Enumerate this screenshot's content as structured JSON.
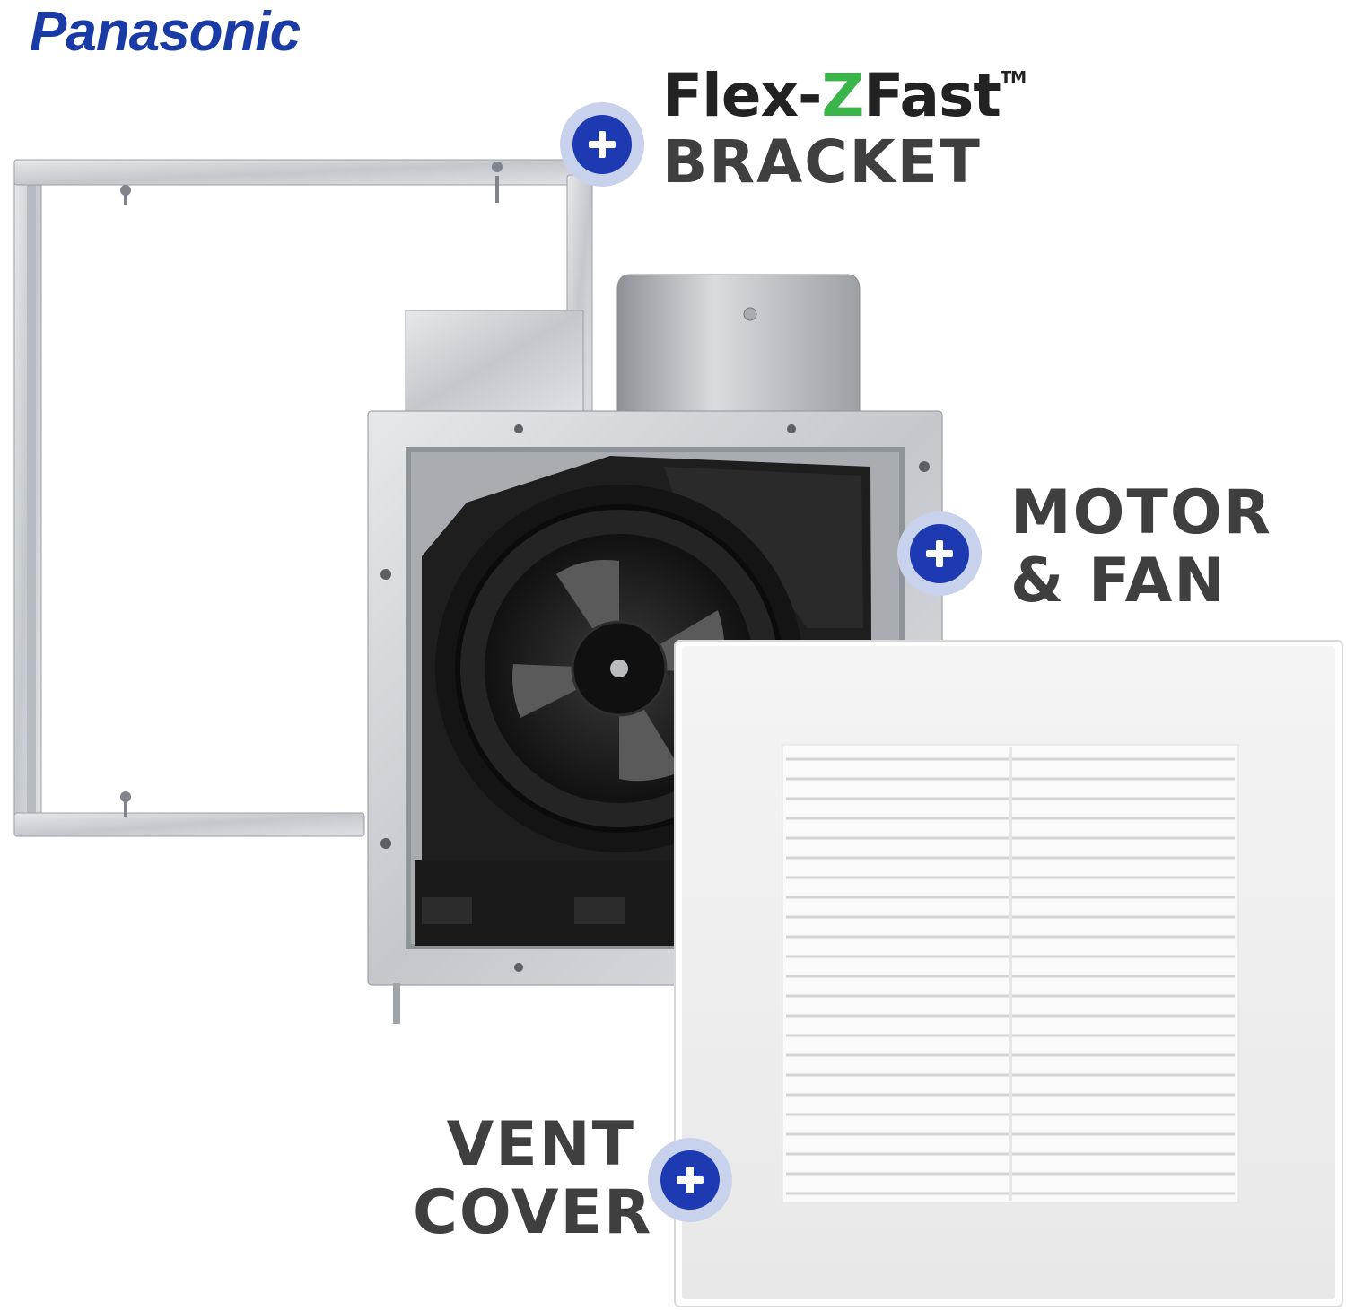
{
  "brand": "Panasonic",
  "callouts": {
    "bracket": {
      "title_part1": "Flex-",
      "title_z": "Z",
      "title_part2": "Fast",
      "tm": "TM",
      "subtitle": "BRACKET"
    },
    "motor": {
      "line1": "MOTOR",
      "line2": "& FAN"
    },
    "vent": {
      "line1": "VENT",
      "line2": "COVER"
    }
  },
  "colors": {
    "brand_blue": "#1a3aa6",
    "badge_blue": "#1d3ab3",
    "badge_halo": "#c9d2ec",
    "label_gray": "#3f3f3f",
    "z_green": "#3bb54a"
  },
  "icons": [
    "plus-icon"
  ]
}
